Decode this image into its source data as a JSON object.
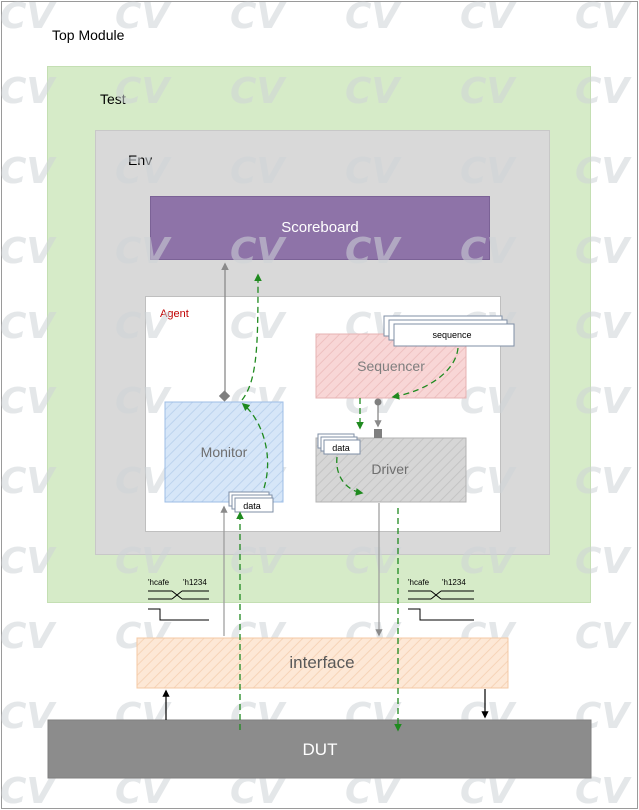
{
  "top_module": {
    "label": "Top Module"
  },
  "test": {
    "label": "Test"
  },
  "env": {
    "label": "Env"
  },
  "scoreboard": {
    "label": "Scoreboard"
  },
  "agent": {
    "label": "Agent"
  },
  "sequencer": {
    "label": "Sequencer"
  },
  "sequence": {
    "label": "sequence"
  },
  "monitor": {
    "label": "Monitor"
  },
  "monitor_data": {
    "label": "data"
  },
  "driver": {
    "label": "Driver"
  },
  "driver_data": {
    "label": "data"
  },
  "interface": {
    "label": "interface"
  },
  "dut": {
    "label": "DUT"
  },
  "waveform_left": {
    "value1": "'hcafe",
    "value2": "'h1234"
  },
  "waveform_right": {
    "value1": "'hcafe",
    "value2": "'h1234"
  },
  "watermark": {
    "text": "CV"
  },
  "colors": {
    "test": "#d6ebc8",
    "env": "#d9d9d9",
    "scoreboard": "#8e73a8",
    "sequencer": "#f6cdcd",
    "monitor": "#cfe0f5",
    "driver": "#d2d2d2",
    "interface": "#fde6d2",
    "dut": "#8c8c8c",
    "tlm_arrow": "#1f8a1f",
    "agent_label": "#c00000"
  }
}
